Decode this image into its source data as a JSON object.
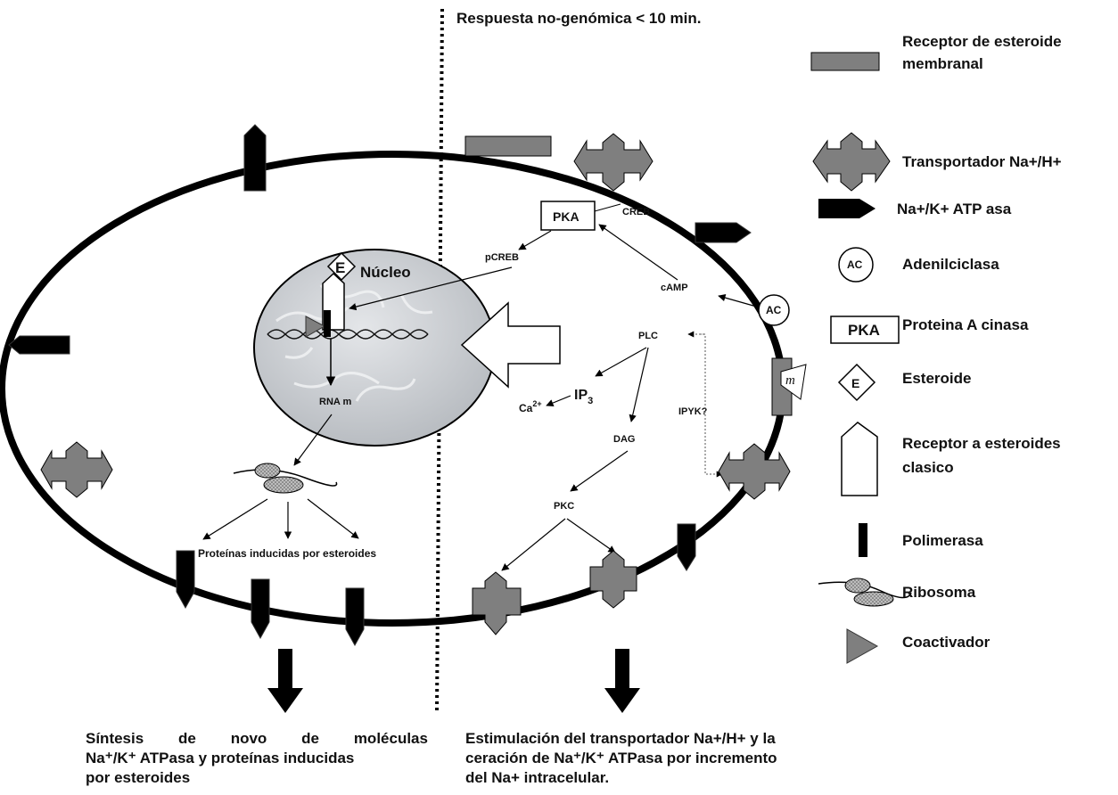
{
  "header": {
    "nongenomic_label": "Respuesta no-genómica < 10 min."
  },
  "cell": {
    "nucleus_label": "Núcleo",
    "steroid_symbol": "E",
    "mrna_label": "RNA m",
    "induced_proteins_label": "Proteínas inducidas por esteroides"
  },
  "pathway": {
    "pka": "PKA",
    "creb": "CREB",
    "pcreb": "pCREB",
    "camp": "cAMP",
    "ac": "AC",
    "plc": "PLC",
    "ip3_base": "IP",
    "ip3_sub": "3",
    "ca_base": "Ca",
    "ca_sup": "2+",
    "dag": "DAG",
    "pkc": "PKC",
    "ipyk": "IPYK?",
    "membrane_symbol": "m"
  },
  "legend": {
    "membrane_receptor_l1": "Receptor de esteroide",
    "membrane_receptor_l2": "membranal",
    "na_h_transporter": "Transportador Na+/H+",
    "na_k_atpase": "Na+/K+ ATP asa",
    "ac_symbol": "AC",
    "adenylcyclase": "Adenilciclasa",
    "pka_symbol": "PKA",
    "protein_kinase_a": "Proteina A cinasa",
    "e_symbol": "E",
    "steroid": "Esteroide",
    "classic_receptor_l1": "Receptor a esteroides",
    "classic_receptor_l2": "clasico",
    "polymerase": "Polimerasa",
    "ribosome": "Ribosoma",
    "coactivator": "Coactivador"
  },
  "captions": {
    "left_l1_words": [
      "Síntesis",
      "de",
      "novo",
      "de",
      "moléculas"
    ],
    "left_l2": "Na⁺/K⁺ ATPasa y proteínas inducidas",
    "left_l3": "por esteroides",
    "right_l1": "Estimulación del transportador Na+/H+ y la",
    "right_l2": "ceración de Na⁺/K⁺ ATPasa por incremento",
    "right_l3": "del Na+ intracelular."
  },
  "colors": {
    "membrane": "#000000",
    "protein_fill": "#7f7f7f",
    "nucleus_fill": "#c9ccd0",
    "ribosome_fill": "#a0a0a0"
  }
}
